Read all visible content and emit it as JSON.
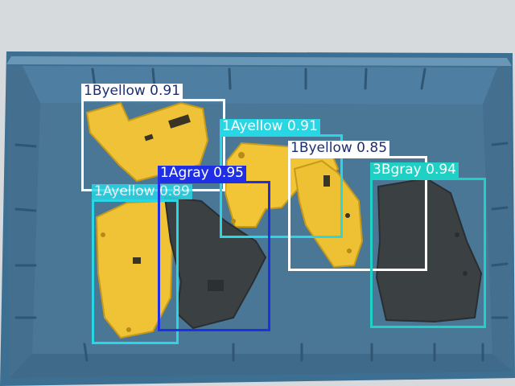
{
  "detections": [
    {
      "label": "1Byellow 0.91",
      "box_color": "#ffffff",
      "label_bg": "#ffffff",
      "label_fg": "#1d2f73"
    },
    {
      "label": "1Ayellow 0.91",
      "box_color": "#29d6e3",
      "label_bg": "#29d6e3",
      "label_fg": "#ffffff"
    },
    {
      "label": "1Byellow 0.85",
      "box_color": "#ffffff",
      "label_bg": "#ffffff",
      "label_fg": "#1d2f73"
    },
    {
      "label": "1Agray 0.95",
      "box_color": "#1f2fe6",
      "label_bg": "#1f2fe6",
      "label_fg": "#ffffff"
    },
    {
      "label": "3Bgray 0.94",
      "box_color": "#1fd1c4",
      "label_bg": "#1fd1c4",
      "label_fg": "#ffffff"
    },
    {
      "label": "1Ayellow 0.89",
      "box_color": "#29d6e3",
      "label_bg": "#29d6e3",
      "label_fg": "#ffffff"
    }
  ]
}
